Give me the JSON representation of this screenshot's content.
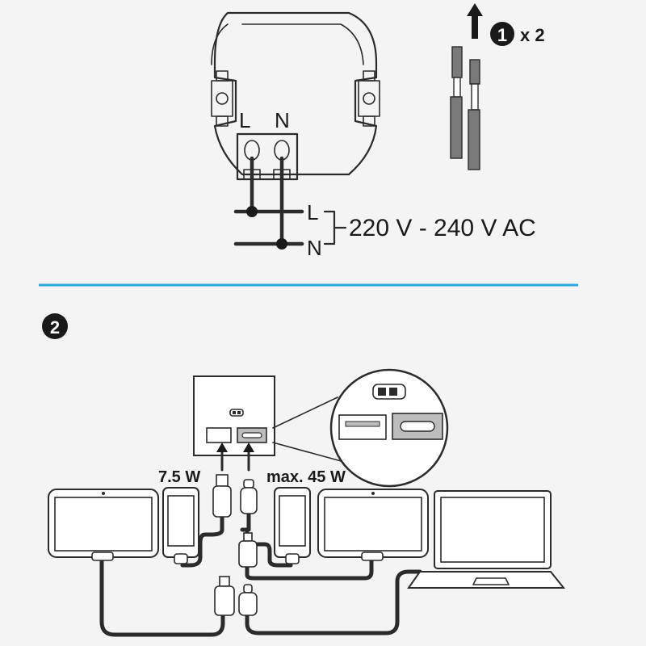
{
  "step1": {
    "badge": "1",
    "multiplier": "x 2",
    "terminal_live": "L",
    "terminal_neutral": "N",
    "wire_live": "L",
    "wire_neutral": "N",
    "voltage": "220 V - 240 V AC"
  },
  "step2": {
    "badge": "2",
    "usb_a_power": "7.5 W",
    "usb_c_power": "max. 45 W"
  },
  "colors": {
    "divider": "#2aa8dd",
    "line": "#2b2b2b",
    "wire_grey": "#7a7a7a",
    "port_grey": "#bdbdbd"
  }
}
